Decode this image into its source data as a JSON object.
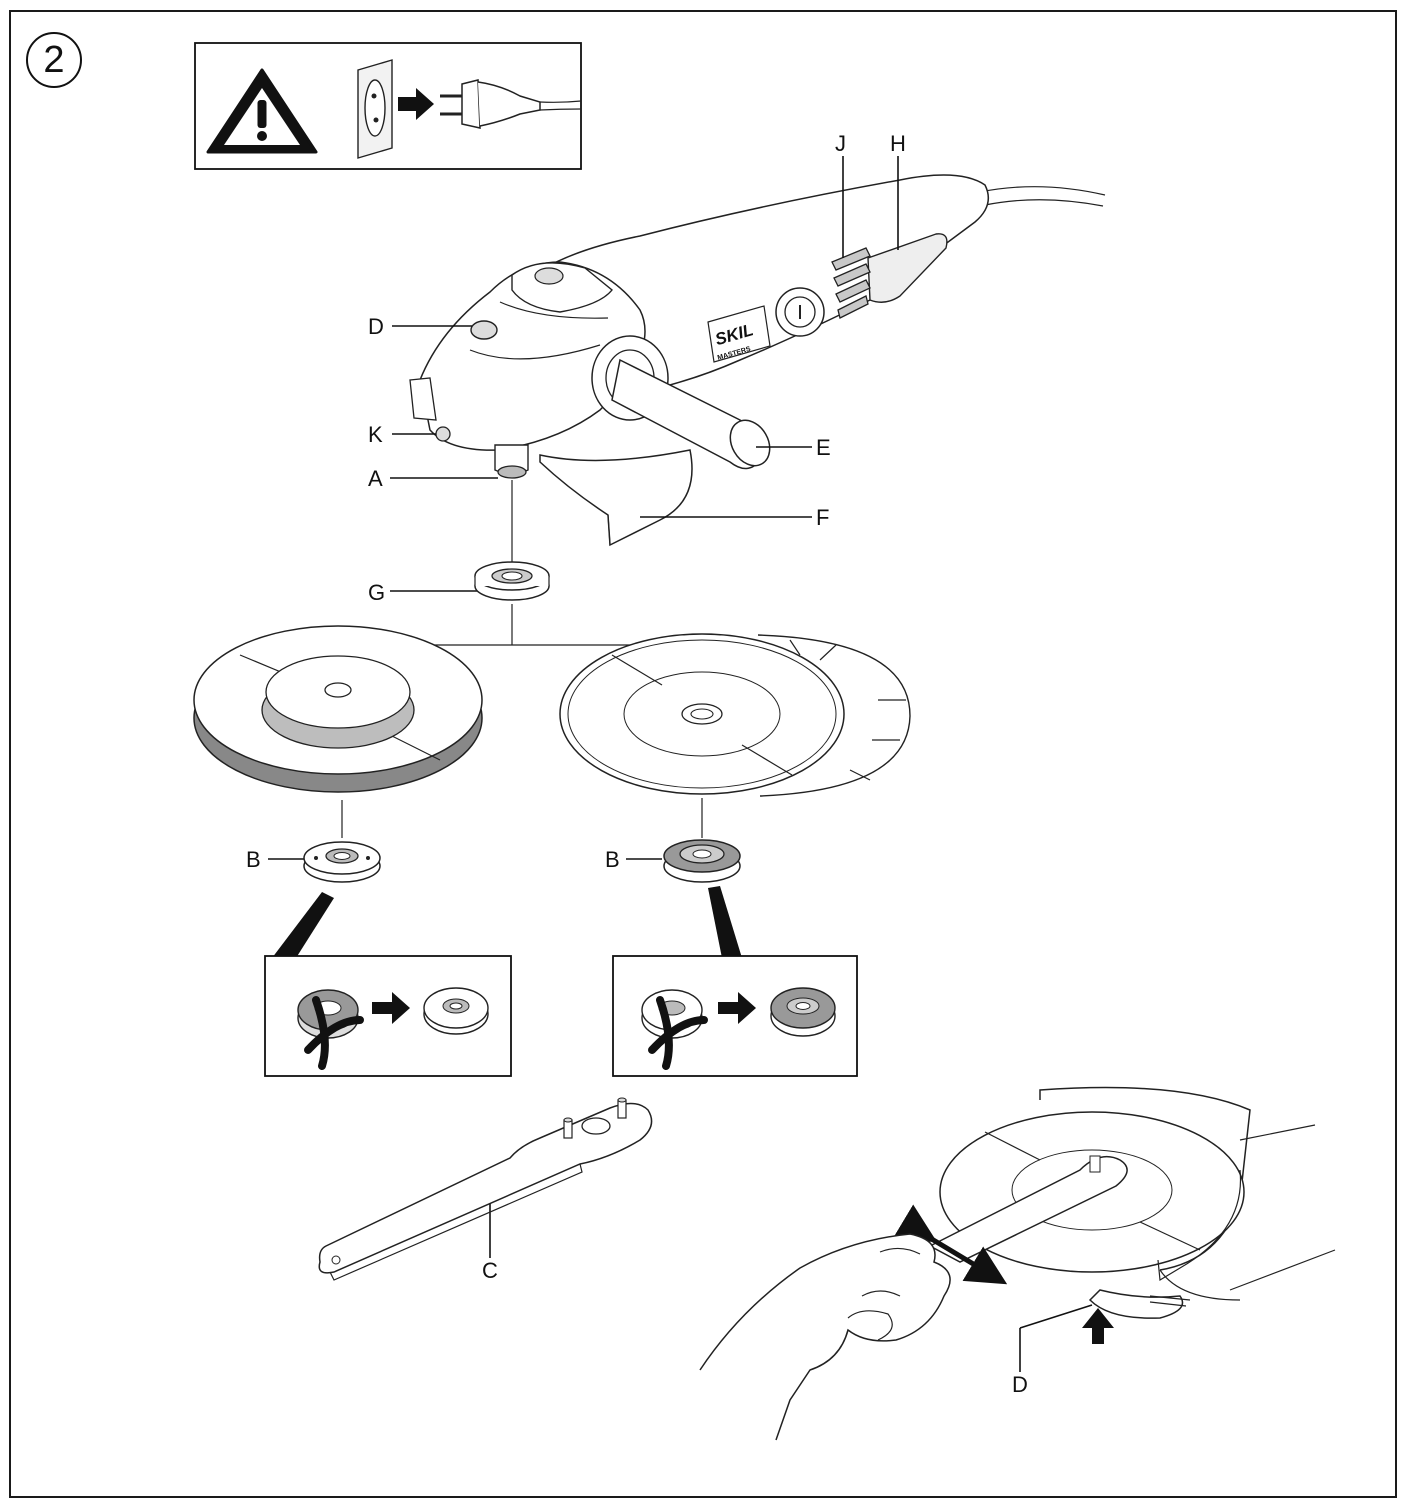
{
  "figure_number": "2",
  "labels": {
    "D": "D",
    "K": "K",
    "A": "A",
    "G": "G",
    "E": "E",
    "F": "F",
    "J": "J",
    "H": "H",
    "B_left": "B",
    "B_right": "B",
    "C": "C",
    "D_bottom": "D"
  },
  "brand": {
    "name": "SKIL",
    "sub": "MASTERS"
  },
  "icons": {
    "warning": "warning-triangle-icon",
    "unplug": "unplug-icon",
    "arrow": "arrow-right-icon",
    "wrong": "cross-icon"
  }
}
